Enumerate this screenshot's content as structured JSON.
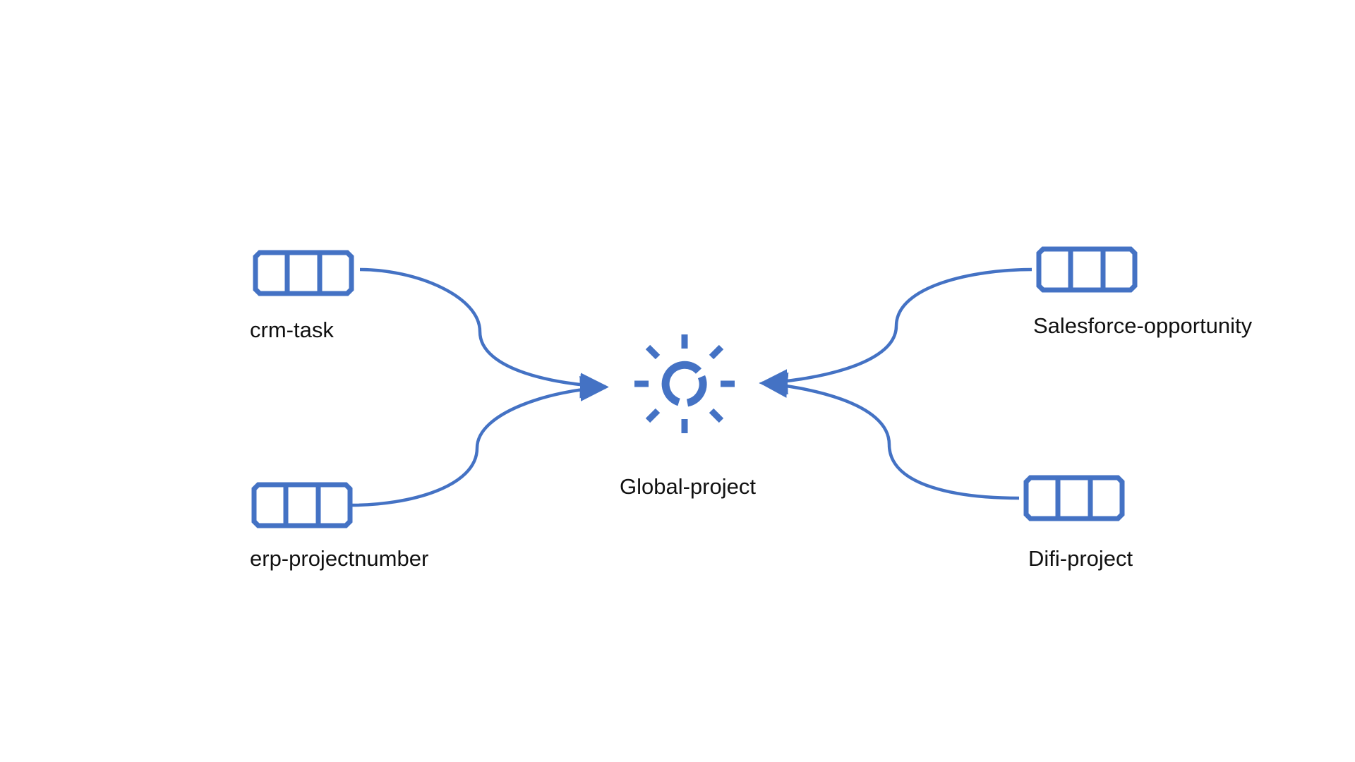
{
  "diagram": {
    "accent_color": "#4472C4",
    "center": {
      "label": "Global-project",
      "icon": "hub-sun-icon"
    },
    "sources": [
      {
        "id": "crm-task",
        "label": "crm-task",
        "icon": "queue-icon",
        "side": "left",
        "position": "top"
      },
      {
        "id": "erp-projectnumber",
        "label": "erp-projectnumber",
        "icon": "queue-icon",
        "side": "left",
        "position": "bottom"
      },
      {
        "id": "salesforce-opportunity",
        "label": "Salesforce-opportunity",
        "icon": "queue-icon",
        "side": "right",
        "position": "top"
      },
      {
        "id": "difi-project",
        "label": "Difi-project",
        "icon": "queue-icon",
        "side": "right",
        "position": "bottom"
      }
    ],
    "edges": [
      {
        "from": "crm-task",
        "to": "Global-project"
      },
      {
        "from": "erp-projectnumber",
        "to": "Global-project"
      },
      {
        "from": "salesforce-opportunity",
        "to": "Global-project"
      },
      {
        "from": "difi-project",
        "to": "Global-project"
      }
    ]
  }
}
